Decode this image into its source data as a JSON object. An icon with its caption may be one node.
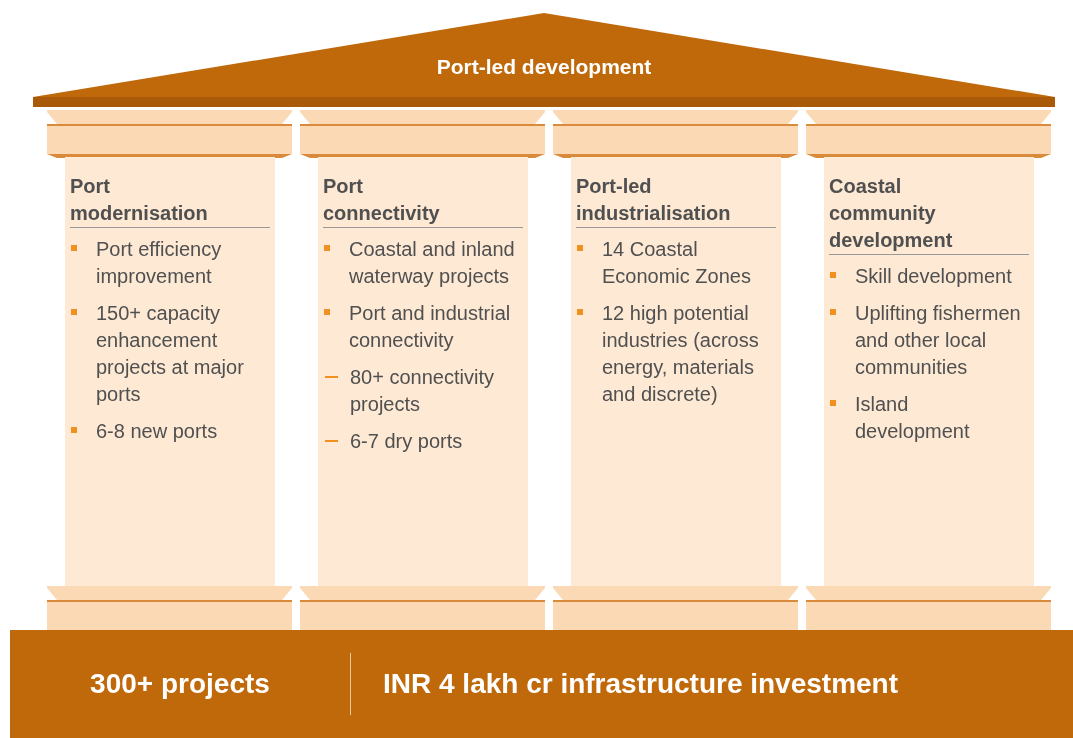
{
  "diagram": {
    "nodes": [
      {
        "text": [
          "Port-led development"
        ]
      },
      {
        "text": [
          "Port modernisation",
          "Port efficiency improvement",
          "150+ capacity enhancement projects at major ports",
          "6-8 new ports"
        ]
      },
      {
        "text": [
          "Port connectivity",
          "Coastal and inland waterway projects",
          "Port and industrial connectivity",
          "80+ connectivity projects",
          "6-7 dry ports"
        ]
      },
      {
        "text": [
          "Port-led industrialisation",
          "14 Coastal Economic Zones",
          "12 high potential industries (across energy, materials and discrete)"
        ]
      },
      {
        "text": [
          "Coastal community development",
          "Skill development",
          "Uplifting fishermen and other local communities",
          "Island development"
        ]
      },
      {
        "text": [
          "300+ projects",
          "INR 4 lakh cr infrastructure investment"
        ]
      }
    ],
    "edges": []
  }
}
